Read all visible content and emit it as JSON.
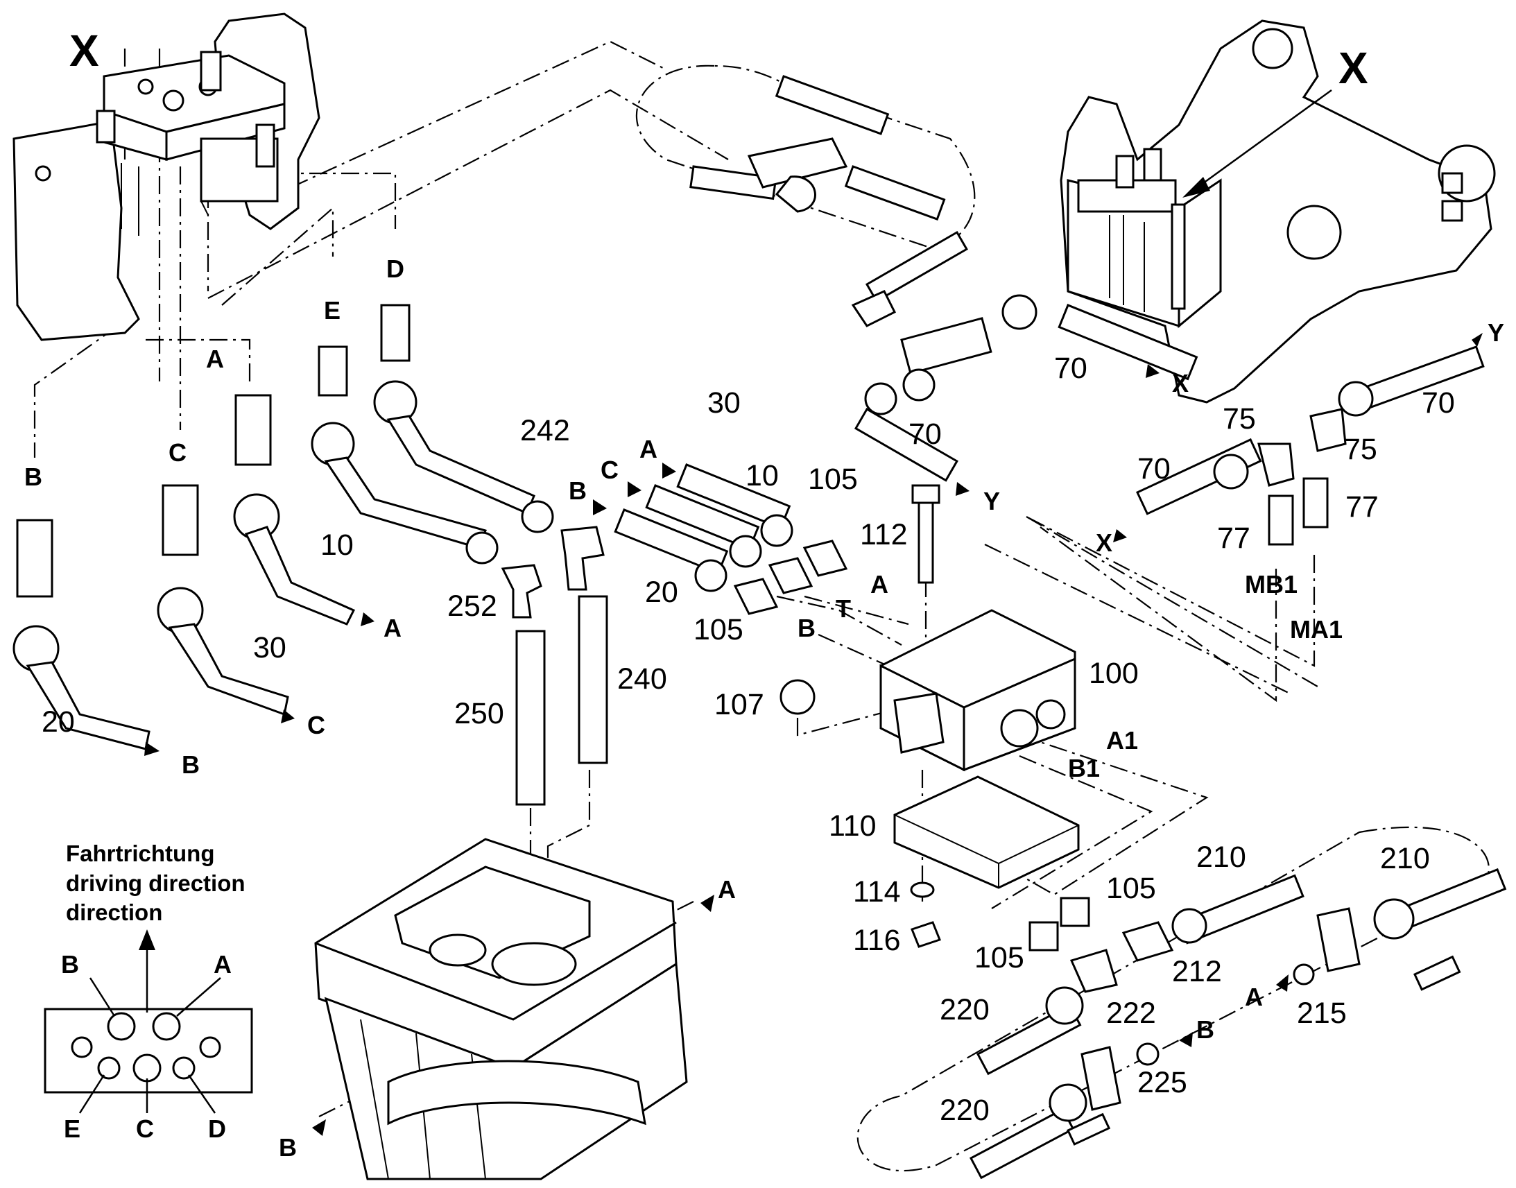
{
  "figure": {
    "assembly_marks": [
      "X",
      "X"
    ],
    "callouts": [
      {
        "id": "c10a",
        "text": "10"
      },
      {
        "id": "c20a",
        "text": "20"
      },
      {
        "id": "c30a",
        "text": "30"
      },
      {
        "id": "c242",
        "text": "242"
      },
      {
        "id": "c252",
        "text": "252"
      },
      {
        "id": "c250",
        "text": "250"
      },
      {
        "id": "c240",
        "text": "240"
      },
      {
        "id": "c30b",
        "text": "30"
      },
      {
        "id": "c10b",
        "text": "10"
      },
      {
        "id": "c20b",
        "text": "20"
      },
      {
        "id": "c105a",
        "text": "105"
      },
      {
        "id": "c105b",
        "text": "105"
      },
      {
        "id": "c112",
        "text": "112"
      },
      {
        "id": "c107",
        "text": "107"
      },
      {
        "id": "c100",
        "text": "100"
      },
      {
        "id": "c110",
        "text": "110"
      },
      {
        "id": "c114",
        "text": "114"
      },
      {
        "id": "c116",
        "text": "116"
      },
      {
        "id": "c70a",
        "text": "70"
      },
      {
        "id": "c70b",
        "text": "70"
      },
      {
        "id": "c70c",
        "text": "70"
      },
      {
        "id": "c70d",
        "text": "70"
      },
      {
        "id": "c75a",
        "text": "75"
      },
      {
        "id": "c75b",
        "text": "75"
      },
      {
        "id": "c77a",
        "text": "77"
      },
      {
        "id": "c77b",
        "text": "77"
      },
      {
        "id": "c210a",
        "text": "210"
      },
      {
        "id": "c210b",
        "text": "210"
      },
      {
        "id": "c105c",
        "text": "105"
      },
      {
        "id": "c105d",
        "text": "105"
      },
      {
        "id": "c212",
        "text": "212"
      },
      {
        "id": "c215",
        "text": "215"
      },
      {
        "id": "c220a",
        "text": "220"
      },
      {
        "id": "c222",
        "text": "222"
      },
      {
        "id": "c225",
        "text": "225"
      },
      {
        "id": "c220b",
        "text": "220"
      }
    ],
    "port_labels": [
      {
        "id": "pE",
        "text": "E"
      },
      {
        "id": "pD",
        "text": "D"
      },
      {
        "id": "pA1",
        "text": "A"
      },
      {
        "id": "pB1",
        "text": "B"
      },
      {
        "id": "pC1",
        "text": "C"
      },
      {
        "id": "pA2",
        "text": "A"
      },
      {
        "id": "pC2",
        "text": "C"
      },
      {
        "id": "pB2",
        "text": "B"
      },
      {
        "id": "pA3",
        "text": "A"
      },
      {
        "id": "pC3",
        "text": "C"
      },
      {
        "id": "pB3",
        "text": "B"
      },
      {
        "id": "pA4",
        "text": "A"
      },
      {
        "id": "pT",
        "text": "T"
      },
      {
        "id": "pB4",
        "text": "B"
      },
      {
        "id": "pY1",
        "text": "Y"
      },
      {
        "id": "pX1",
        "text": "X"
      },
      {
        "id": "pY2",
        "text": "Y"
      },
      {
        "id": "pX2",
        "text": "X"
      },
      {
        "id": "pMB1",
        "text": "MB1"
      },
      {
        "id": "pMA1",
        "text": "MA1"
      },
      {
        "id": "pA1b",
        "text": "A1"
      },
      {
        "id": "pB1b",
        "text": "B1"
      },
      {
        "id": "pA5",
        "text": "A"
      },
      {
        "id": "pB5",
        "text": "B"
      },
      {
        "id": "pA6",
        "text": "A"
      },
      {
        "id": "pB6",
        "text": "B"
      }
    ],
    "legend": {
      "title_lines": [
        "Fahrtrichtung",
        "driving direction",
        "direction"
      ],
      "ports": [
        "B",
        "A",
        "E",
        "C",
        "D"
      ]
    }
  }
}
